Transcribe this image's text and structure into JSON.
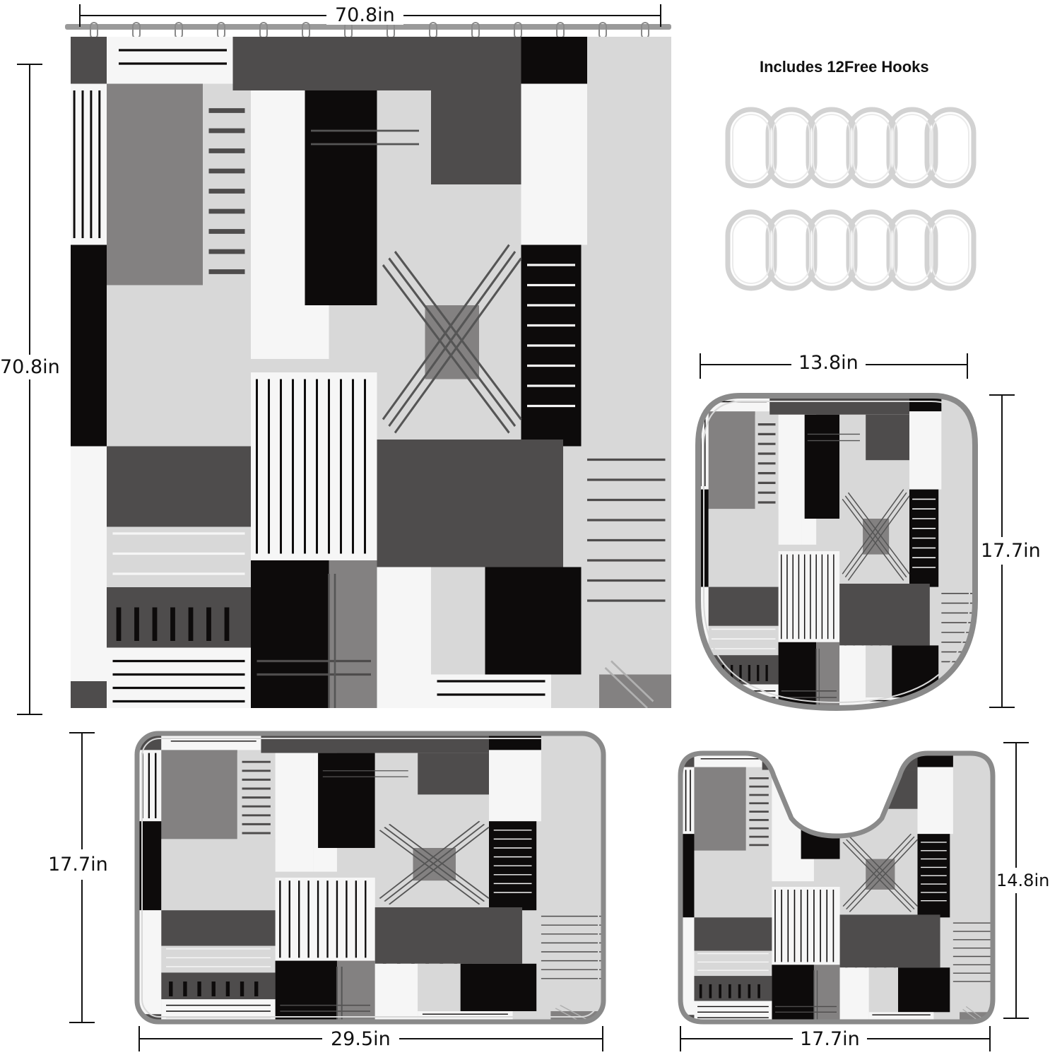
{
  "hooks_caption": "Includes 12Free Hooks",
  "dimensions": {
    "curtain_width": "70.8in",
    "curtain_height": "70.8in",
    "lid_width": "13.8in",
    "lid_height": "17.7in",
    "bath_mat_height": "17.7in",
    "bath_mat_width": "29.5in",
    "contour_mat_height": "14.8in",
    "contour_mat_width": "17.7in"
  },
  "hook_count": 12,
  "colors": {
    "black": "#0d0b0b",
    "dark_gray": "#4e4c4c",
    "mid_gray": "#838181",
    "light_gray": "#d8d8d8",
    "white": "#f6f6f6",
    "rod": "#9a9a9a"
  }
}
